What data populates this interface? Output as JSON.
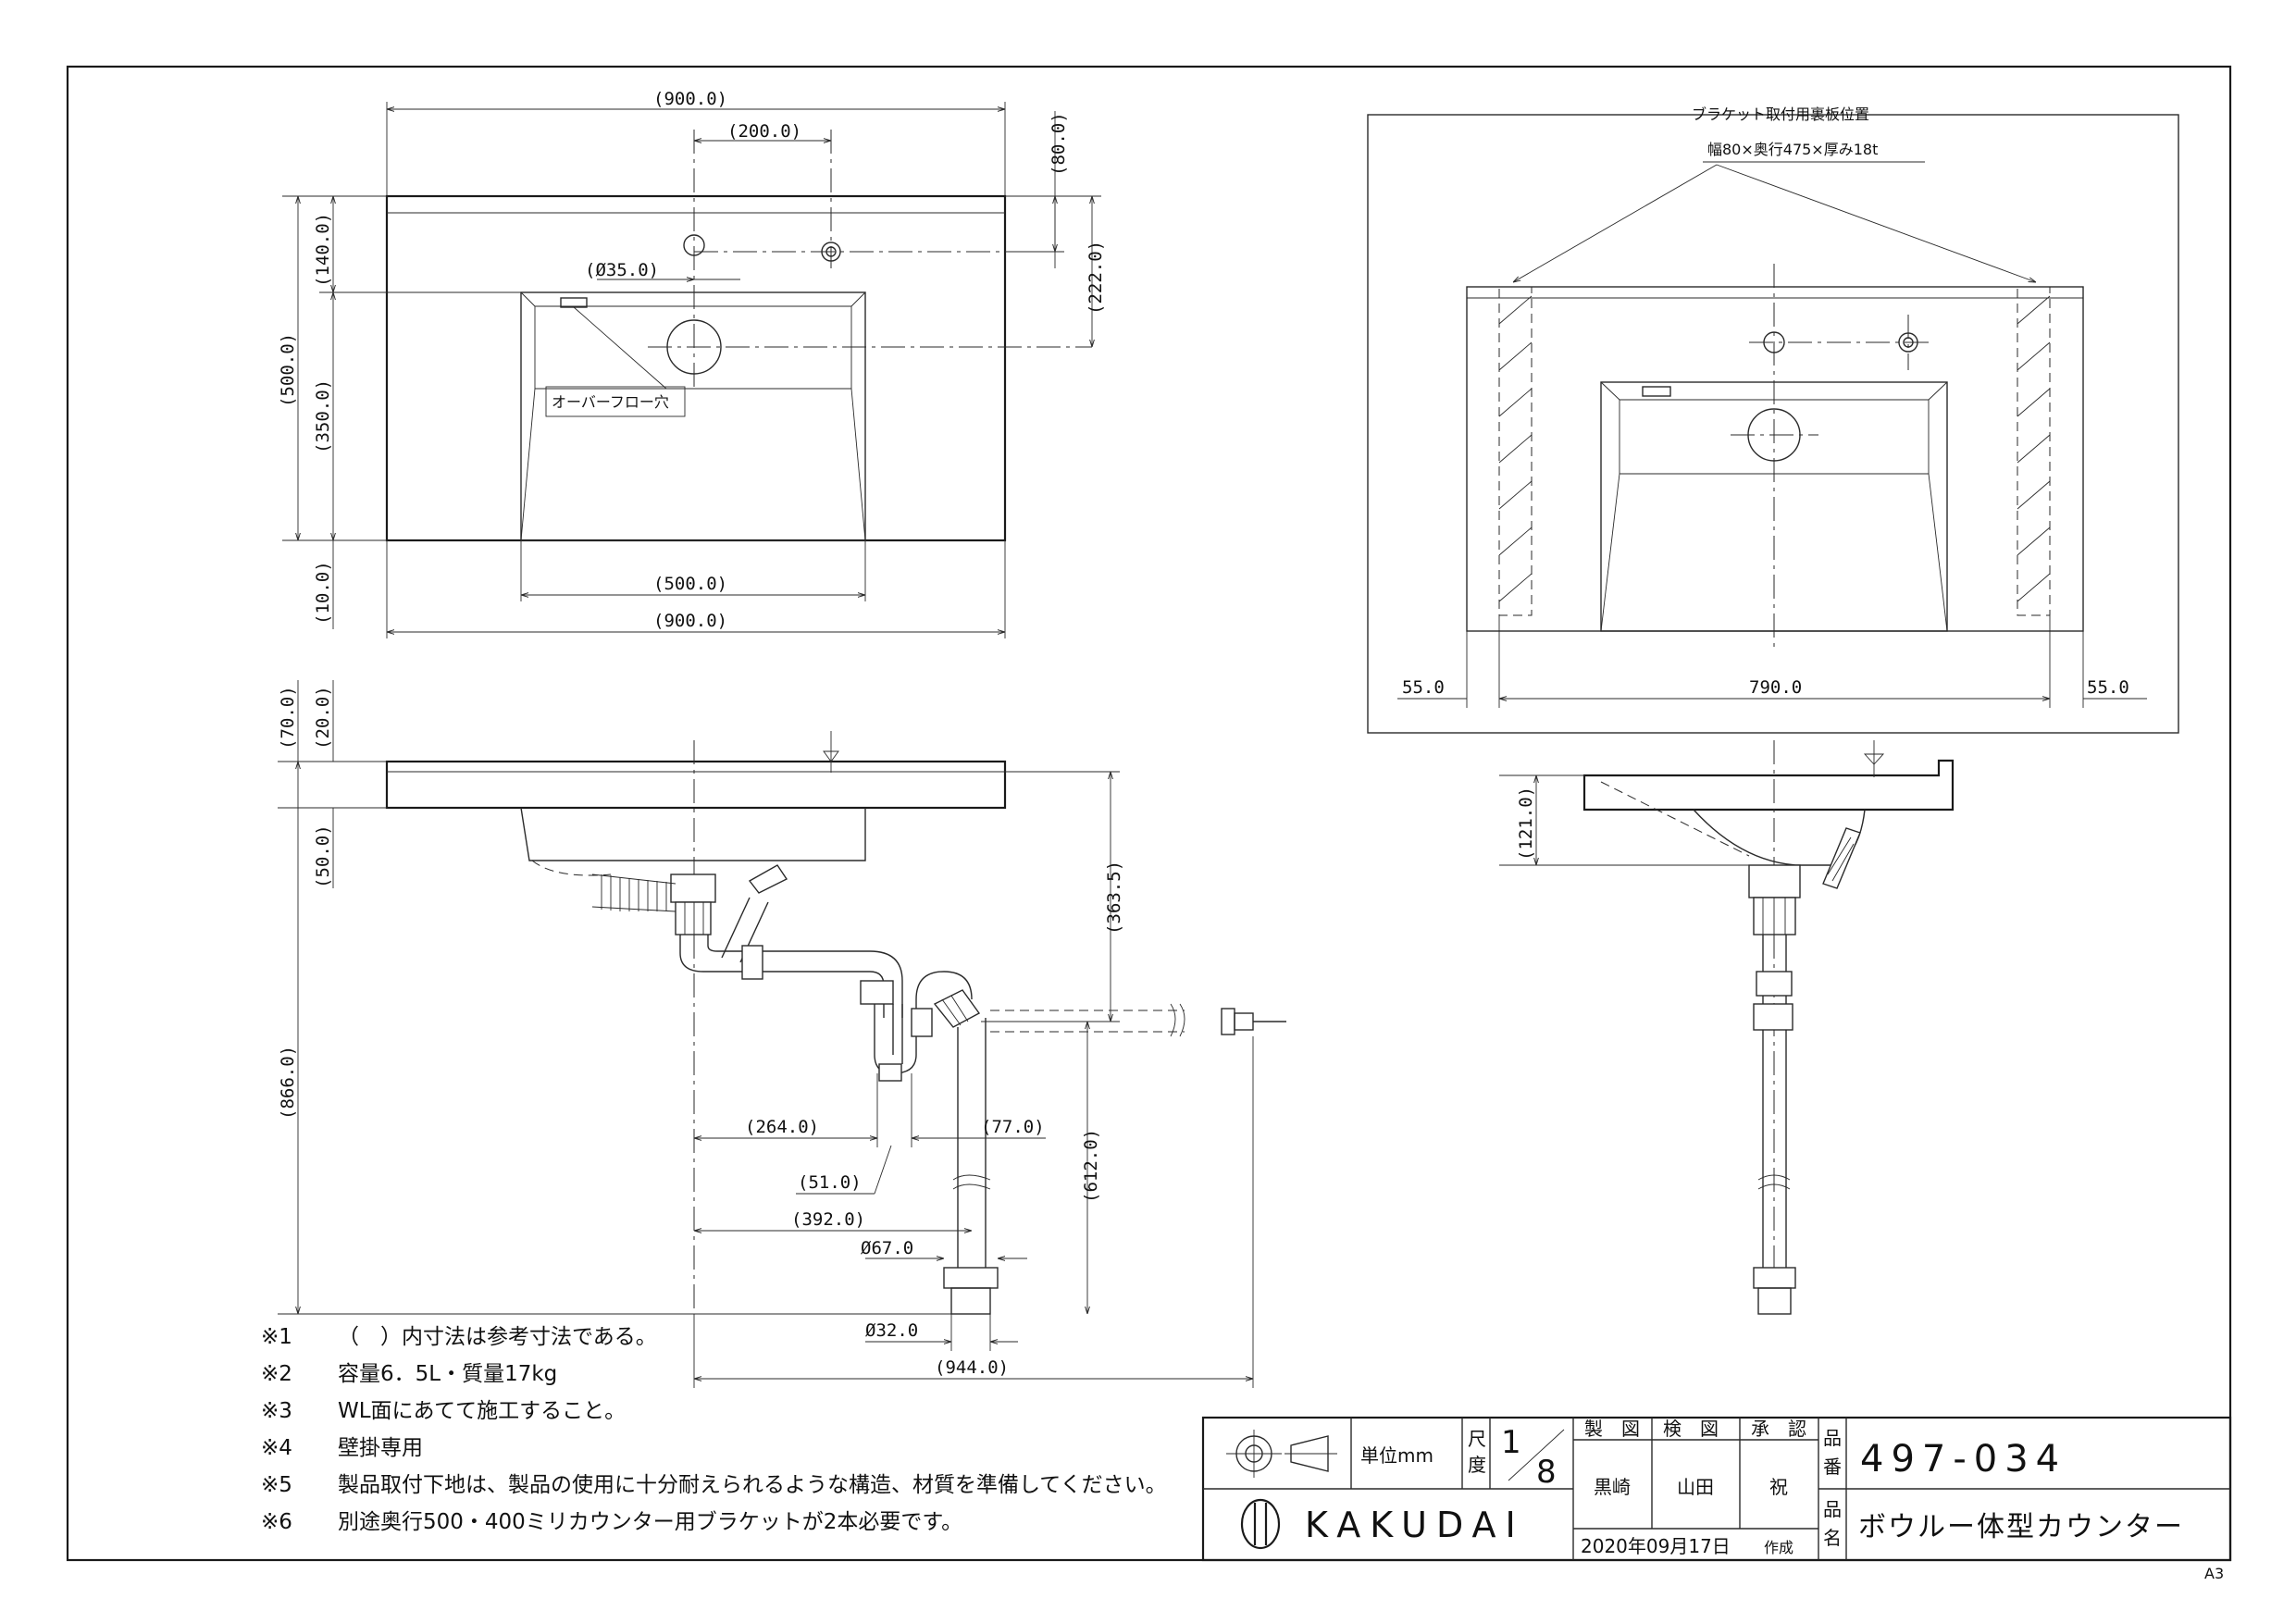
{
  "plan": {
    "width": "(900.0)",
    "faucet_pitch": "(200.0)",
    "back_offset": "(80.0)",
    "back_depth": "(140.0)",
    "depth": "(500.0)",
    "basin_depth": "(350.0)",
    "front": "(10.0)",
    "overflow_dia": "(Ø35.0)",
    "faucet_to_drain": "(222.0)",
    "overflow_label": "オーバーフロー穴",
    "basin_width": "(500.0)",
    "width_bottom": "(900.0)"
  },
  "section": {
    "top": "(70.0)",
    "counter_thk": "(20.0)",
    "basin_drop": "(50.0)",
    "total_height": "(866.0)",
    "trap_height": "(363.5)",
    "floor_height": "(612.0)",
    "trap_offset": "(264.0)",
    "trap_gap": "(77.0)",
    "trap_width": "(51.0)",
    "floor_offset": "(392.0)",
    "floor_pipe_outer": "Ø67.0",
    "floor_pipe_inner": "Ø32.0",
    "wall_pipe": "(944.0)"
  },
  "bracket_view": {
    "title": "ブラケット取付用裏板位置",
    "spec": "幅80×奥行475×厚み18t",
    "left": "55.0",
    "middle": "790.0",
    "right": "55.0"
  },
  "side": {
    "height": "(121.0)"
  },
  "notes": [
    {
      "mark": "※1",
      "text": "（　）内寸法は参考寸法である。"
    },
    {
      "mark": "※2",
      "text": "容量6．5L・質量17kg"
    },
    {
      "mark": "※3",
      "text": "WL面にあてて施工すること。"
    },
    {
      "mark": "※4",
      "text": "壁掛専用"
    },
    {
      "mark": "※5",
      "text": "製品取付下地は、製品の使用に十分耐えられるような構造、材質を準備してください。"
    },
    {
      "mark": "※6",
      "text": "別途奥行500・400ミリカウンター用ブラケットが2本必要です。"
    }
  ],
  "title_block": {
    "unit": "単位mm",
    "scale_label_1": "尺",
    "scale_label_2": "度",
    "scale_num": "1",
    "scale_den": "8",
    "made_label": "製　図",
    "checked_label": "検　図",
    "approved_label": "承　認",
    "made_by": "黒崎",
    "checked_by": "山田",
    "approved_by": "祝",
    "date": "2020年09月17日",
    "date_suffix": "作成",
    "part_label_1": "品",
    "part_label_2": "番",
    "name_label_1": "品",
    "name_label_2": "名",
    "part_number": "497-034",
    "product_name": "ボウルー体型カウンター",
    "brand": "KAKUDAI",
    "paper": "A3"
  }
}
